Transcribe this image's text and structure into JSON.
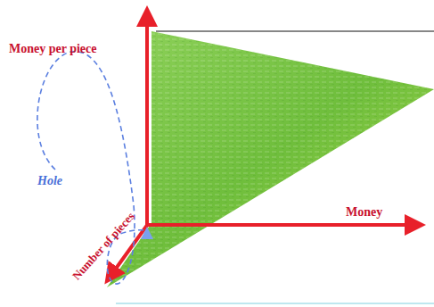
{
  "diagram": {
    "labels": [
      "Money per piece",
      "Hole",
      "Money",
      "Number of pieces"
    ]
  }
}
